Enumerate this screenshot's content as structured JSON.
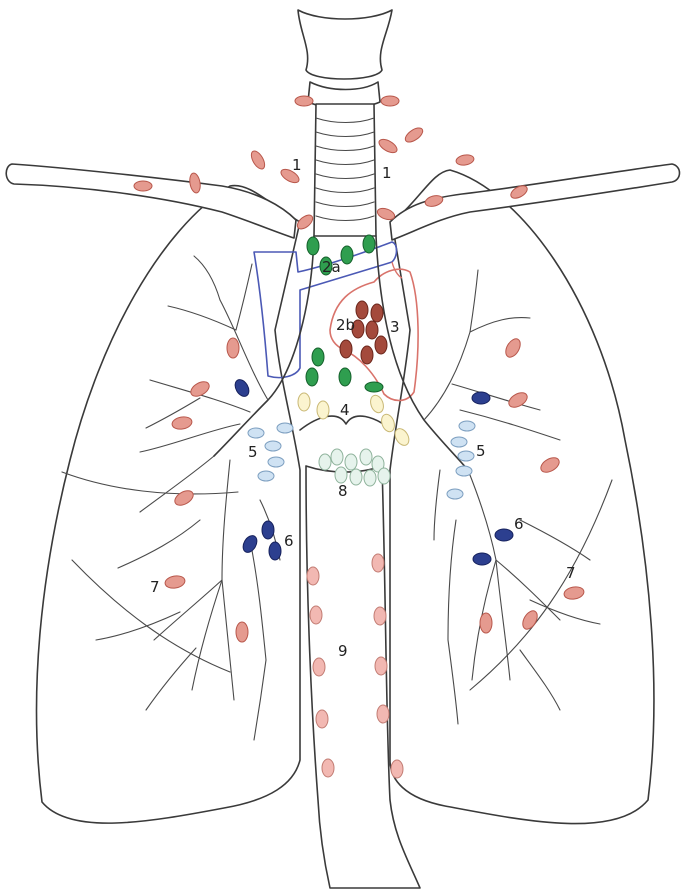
{
  "labels": {
    "s1_left": "1",
    "s1_right": "1",
    "s2a": "2a",
    "s2b": "2b",
    "s3": "3",
    "s4": "4",
    "s5_left": "5",
    "s5_right": "5",
    "s6_left": "6",
    "s6_right": "6",
    "s7_left": "7",
    "s7_right": "7",
    "s8": "8",
    "s9": "9"
  },
  "colors": {
    "node_pink": "#e59a8f",
    "node_pink_stroke": "#b8574b",
    "node_green": "#2f9e4f",
    "node_green_stroke": "#14602b",
    "node_brown": "#a44a3c",
    "node_brown_stroke": "#6b261b",
    "node_yellow": "#fbf4cf",
    "node_yellow_stroke": "#c9b875",
    "node_lightblue": "#cfe2f3",
    "node_lightblue_stroke": "#7d9fc0",
    "node_lightgreen": "#e6f3ec",
    "node_lightgreen_stroke": "#8fb39c",
    "node_navy": "#2c3f8f",
    "node_navy_stroke": "#16215c",
    "node_esophageal": "#f2b8b2",
    "node_esophageal_stroke": "#c27c73",
    "vein_outline": "#4b59b5",
    "aorta_outline": "#d9736b"
  }
}
